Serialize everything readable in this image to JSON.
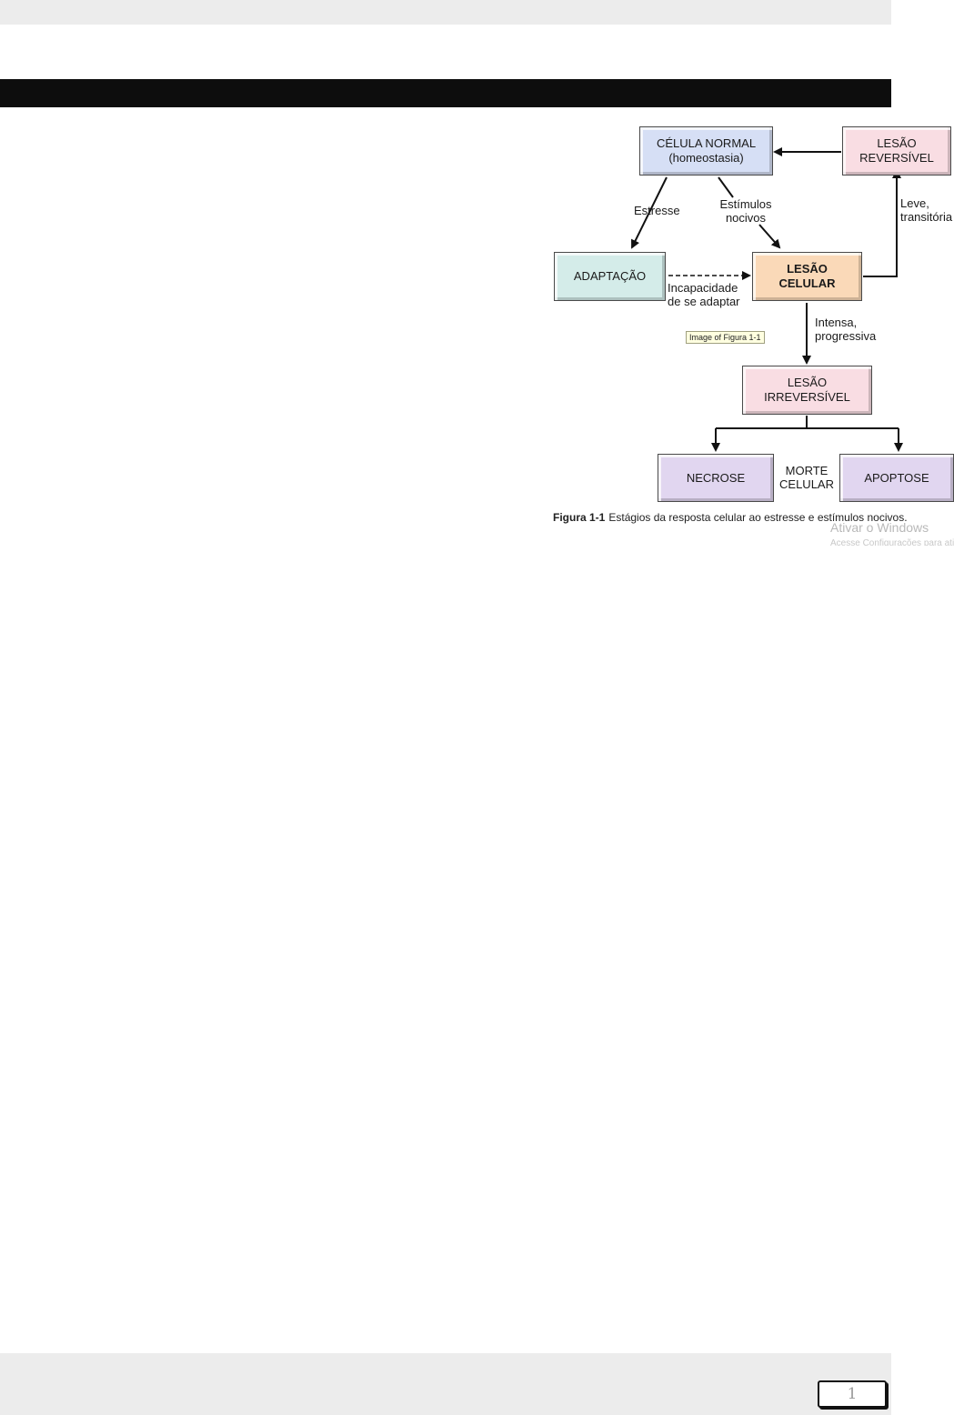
{
  "figure": {
    "boxes": {
      "normal": [
        "CÉLULA NORMAL",
        "(homeostasia)"
      ],
      "reversivel": [
        "LESÃO",
        "REVERSÍVEL"
      ],
      "adaptacao": "ADAPTAÇÃO",
      "lesao_celular": [
        "LESÃO",
        "CELULAR"
      ],
      "irreversivel": [
        "LESÃO",
        "IRREVERSÍVEL"
      ],
      "necrose": "NECROSE",
      "apoptose": "APOPTOSE"
    },
    "labels": {
      "estresse": "Estresse",
      "estimulos": [
        "Estímulos",
        "nocivos"
      ],
      "leve": [
        "Leve,",
        "transitória"
      ],
      "incapacidade": [
        "Incapacidade",
        "de se adaptar"
      ],
      "intensa": [
        "Intensa,",
        "progressiva"
      ],
      "morte": [
        "MORTE",
        "CELULAR"
      ]
    },
    "tooltip": "Image of Figura 1-1",
    "caption": {
      "number": "Figura 1-1",
      "text": "Estágios da resposta celular ao estresse e estímulos nocivos."
    },
    "colors": {
      "normal": "#d6dff5",
      "reversivel": "#f9dde3",
      "adaptacao": "#d4ece9",
      "lesao_celular": "#fad9b8",
      "irreversivel": "#f9dde3",
      "morte": "#e1d6f0"
    }
  },
  "overlay": {
    "watermark": "Ativar o Windows",
    "watermark_sub": "Acesse Configurações para ativar o Windows."
  },
  "footer": {
    "page_number": "1"
  }
}
